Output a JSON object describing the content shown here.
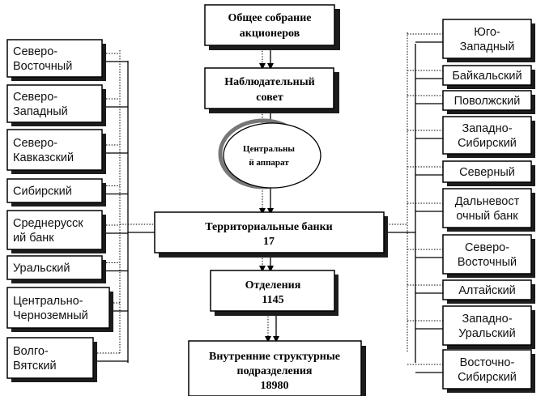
{
  "diagram": {
    "center": {
      "general_meeting": [
        "Общее собрание",
        "акционеров"
      ],
      "supervisory_board": [
        "Наблюдательный",
        "совет"
      ],
      "central_office": [
        "Центральны",
        "й аппарат"
      ],
      "territorial_banks": [
        "Территориальные банки",
        "17"
      ],
      "branches": [
        "Отделения",
        "1145"
      ],
      "internal_units": [
        "Внутренние структурные",
        "подразделения",
        "18980"
      ]
    },
    "left_banks": [
      [
        "Северо-",
        "Восточный"
      ],
      [
        "Северо-",
        "Западный"
      ],
      [
        "Северо-",
        "Кавказский"
      ],
      [
        "Сибирский"
      ],
      [
        "Среднерусск",
        "ий банк"
      ],
      [
        "Уральский"
      ],
      [
        "Центрально-",
        "Черноземный"
      ],
      [
        "Волго-",
        "Вятский"
      ]
    ],
    "right_banks": [
      [
        "Юго-",
        "Западный"
      ],
      [
        "Байкальский"
      ],
      [
        "Поволжский"
      ],
      [
        "Западно-",
        "Сибирский"
      ],
      [
        "Северный"
      ],
      [
        "Дальневост",
        "очный банк"
      ],
      [
        "Северо-",
        "Восточный"
      ],
      [
        "Алтайский"
      ],
      [
        "Западно-",
        "Уральский"
      ],
      [
        "Восточно-",
        "Сибирский"
      ]
    ]
  }
}
